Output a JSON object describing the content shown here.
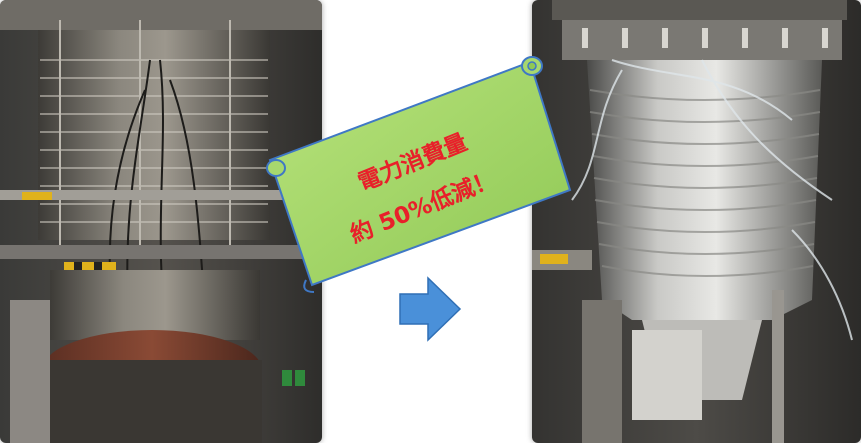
{
  "banner": {
    "line1": "電力消費量",
    "line2": "約 50%低減！",
    "text_color": "#e8202a",
    "fill_color": "#a7d86e"
  },
  "arrow": {
    "color": "#4a90d9"
  },
  "photos": {
    "before": {
      "subject": "furnace-before-insulation"
    },
    "after": {
      "subject": "furnace-after-insulation"
    }
  }
}
